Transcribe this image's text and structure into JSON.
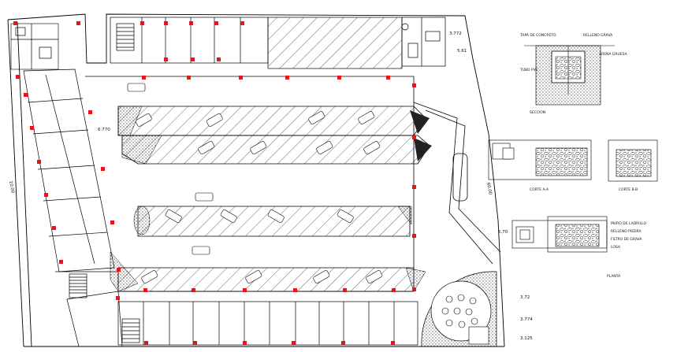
{
  "drawing": {
    "colors": {
      "line": "#000000",
      "column": "#e8141b",
      "background": "#ffffff",
      "hatch": "#222222"
    },
    "dims": {
      "top_right_a": "3.772",
      "top_right_b": "5.61",
      "right_block": "60.00",
      "left_vertical": "10.00",
      "mid_left": "6.770",
      "bottom_right_a": "3.72",
      "bottom_right_b": "3.774",
      "bottom_right_c": "3.125",
      "detail_dim": "5.70"
    },
    "details": {
      "section_title": "SECCION",
      "section_a": "CORTE A-A",
      "section_b": "CORTE B-B",
      "plan_title": "PLANTA",
      "note_1": "TAPA DE CONCRETO",
      "note_2": "RELLENO GRAVA",
      "note_3": "TUBO PVC",
      "note_4": "ARENA GRUESA",
      "note_5": "MURO DE LADRILLO",
      "note_6": "RELLENO PIEDRA",
      "note_7": "FILTRO DE GRAVA",
      "note_8": "LOSA"
    }
  }
}
